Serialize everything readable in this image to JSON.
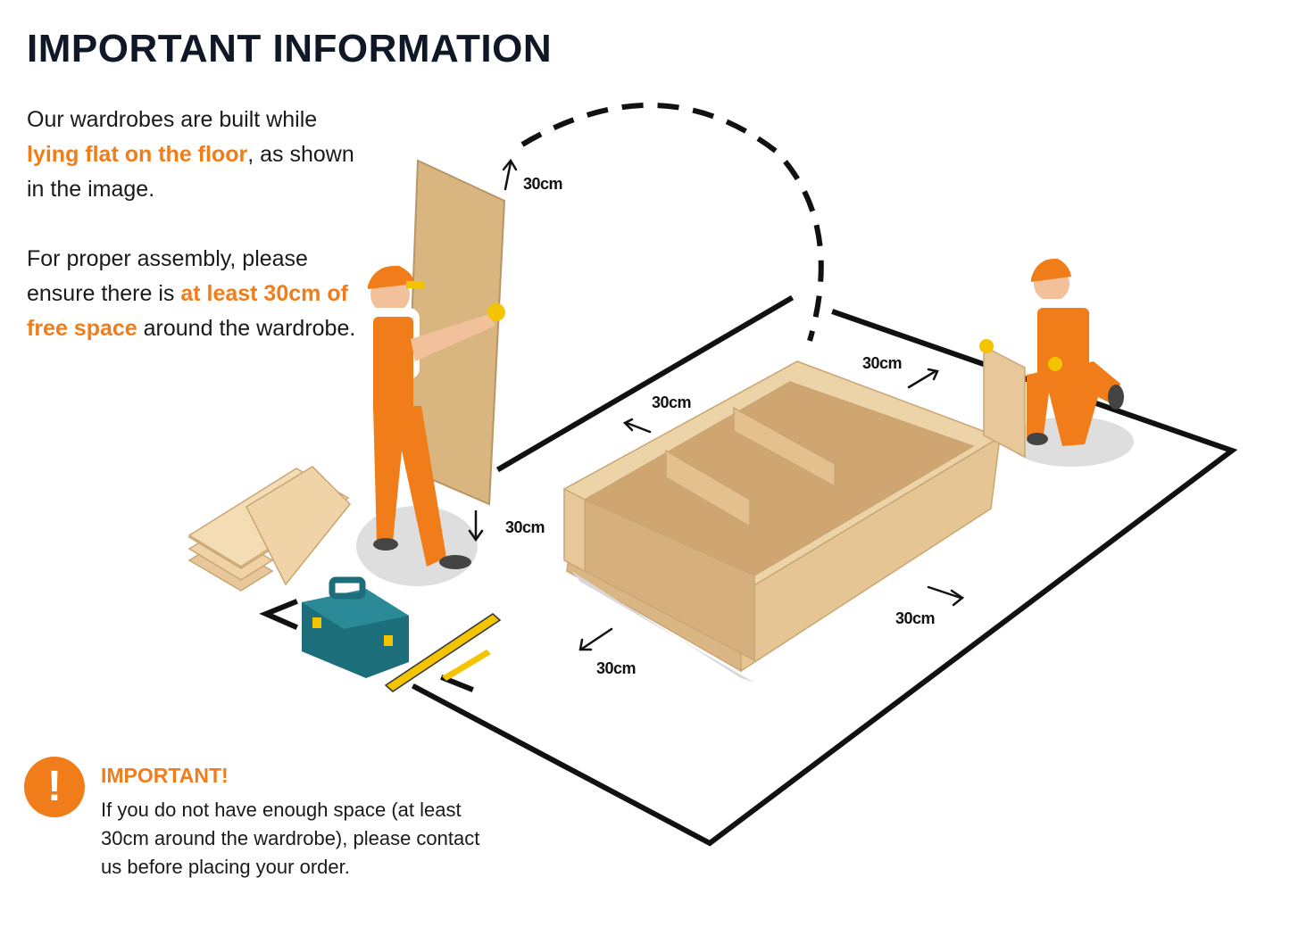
{
  "title": "IMPORTANT INFORMATION",
  "intro": {
    "p1_a": "Our wardrobes are built while ",
    "p1_hl": "lying flat on the floor",
    "p1_b": ", as shown in the image.",
    "p2_a": "For proper assembly, please ensure there is ",
    "p2_hl": "at least 30cm of free space",
    "p2_b": " around the wardrobe."
  },
  "notice": {
    "icon": "exclamation-icon",
    "symbol": "!",
    "heading": "IMPORTANT!",
    "text": "If you do not have enough space (at least 30cm around the wardrobe), please contact us before placing your order."
  },
  "dimensions": {
    "top_arc": "30cm",
    "bottom_worker": "30cm",
    "back_left": "30cm",
    "back_right": "30cm",
    "front_left": "30cm",
    "front_right": "30cm"
  },
  "colors": {
    "accent": "#f07d1a",
    "title": "#101828",
    "wood": "#e8c89a",
    "toolbox": "#1c6e7a"
  }
}
